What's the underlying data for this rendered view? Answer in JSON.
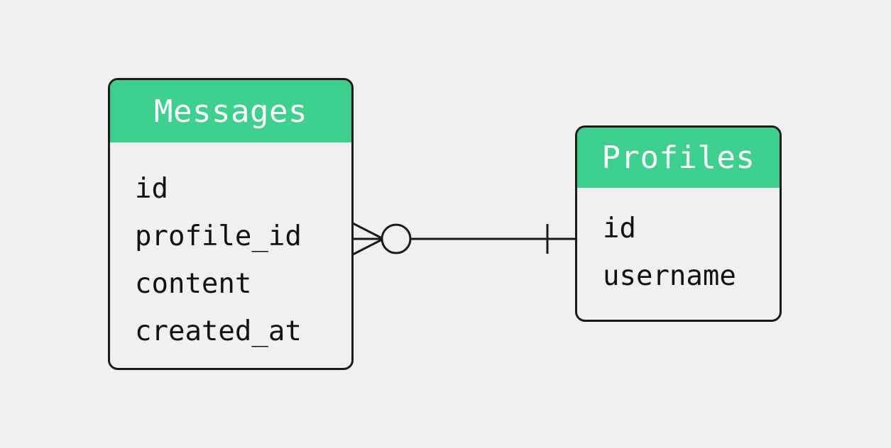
{
  "diagram": {
    "type": "entity-relationship-diagram",
    "notation": "crow's-foot",
    "background_color": "#f0f0f0",
    "accent_color": "#3ecf8e",
    "line_color": "#1a1a1a",
    "header_text_color": "#ffffff",
    "field_text_color": "#111111"
  },
  "entities": [
    {
      "id": "messages",
      "title": "Messages",
      "fields": [
        "id",
        "profile_id",
        "content",
        "created_at"
      ]
    },
    {
      "id": "profiles",
      "title": "Profiles",
      "fields": [
        "id",
        "username"
      ]
    }
  ],
  "relationship": {
    "from": "messages",
    "to": "profiles",
    "from_cardinality": "zero-or-many",
    "to_cardinality": "exactly-one",
    "from_symbol": "crow-foot-circle",
    "to_symbol": "single-tick"
  }
}
